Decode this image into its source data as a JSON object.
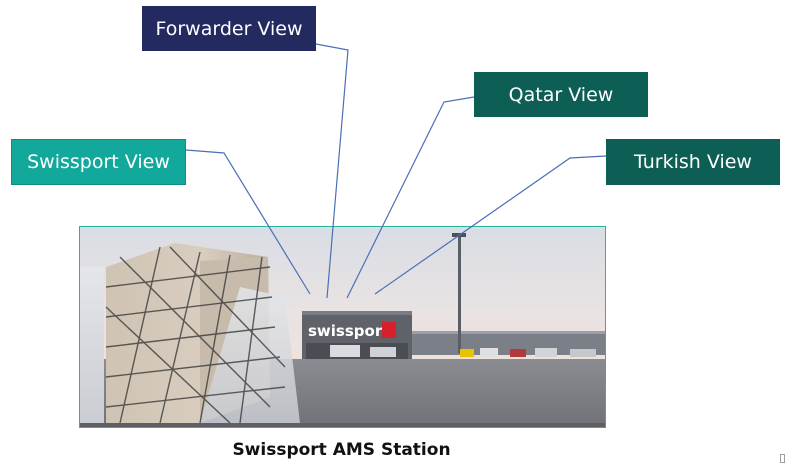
{
  "labels": {
    "forwarder": "Forwarder View",
    "qatar": "Qatar View",
    "turkish": "Turkish View",
    "swissport": "Swissport View"
  },
  "caption": "Swissport AMS Station",
  "photo": {
    "building_sign": "swissport"
  },
  "colors": {
    "forwarder": "#222a60",
    "qatar": "#0d5f55",
    "turkish": "#0d5f55",
    "swissport": "#12a89c",
    "photo_border": "#25b5a5"
  }
}
